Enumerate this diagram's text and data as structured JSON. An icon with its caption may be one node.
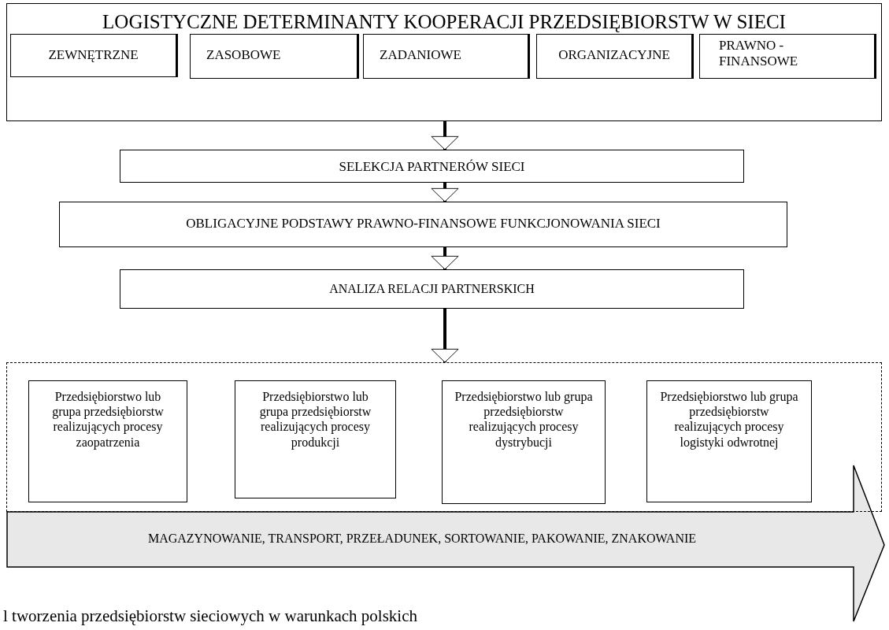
{
  "diagram": {
    "caption": "l tworzenia przedsiębiorstw sieciowych w warunkach polskich",
    "nodes": [
      {
        "text": [
          "LOGISTYCZNE DETERMINANTY KOOPERACJI PRZEDSIĘBIORSTW W SIECI"
        ]
      },
      {
        "text": [
          "ZEWNĘTRZNE"
        ],
        "in": 0
      },
      {
        "text": [
          "ZASOBOWE"
        ],
        "in": 0
      },
      {
        "text": [
          "ZADANIOWE"
        ],
        "in": 0
      },
      {
        "text": [
          "ORGANIZACYJNE"
        ],
        "in": 0
      },
      {
        "text": [
          "PRAWNO - FINANSOWE"
        ],
        "in": 0
      },
      {
        "text": [
          "SELEKCJA PARTNERÓW SIECI"
        ]
      },
      {
        "text": [
          "OBLIGACYJNE PODSTAWY PRAWNO-FINANSOWE FUNKCJONOWANIA SIECI"
        ]
      },
      {
        "text": [
          "ANALIZA RELACJI PARTNERSKICH"
        ]
      },
      {
        "text": [],
        "shape": "box"
      },
      {
        "text": [
          "Przedsiębiorstwo lub grupa przedsiębiorstw realizujących procesy zaopatrzenia"
        ],
        "in": 9
      },
      {
        "text": [
          "Przedsiębiorstwo lub grupa przedsiębiorstw realizujących procesy produkcji"
        ],
        "in": 9
      },
      {
        "text": [
          "Przedsiębiorstwo lub grupa przedsiębiorstw realizujących procesy dystrybucji"
        ],
        "in": 9
      },
      {
        "text": [
          "Przedsiębiorstwo lub grupa przedsiębiorstw realizujących procesy logistyki odwrotnej"
        ],
        "in": 9
      },
      {
        "text": [
          "MAGAZYNOWANIE, TRANSPORT, PRZEŁADUNEK, SORTOWANIE, PAKOWANIE, ZNAKOWANIE"
        ]
      }
    ],
    "edges": [
      {
        "from": 0,
        "to": 6,
        "arrow": "to"
      },
      {
        "from": 6,
        "to": 7,
        "arrow": "to"
      },
      {
        "from": 7,
        "to": 8,
        "arrow": "to"
      },
      {
        "from": 8,
        "to": 9,
        "arrow": "to"
      }
    ]
  }
}
